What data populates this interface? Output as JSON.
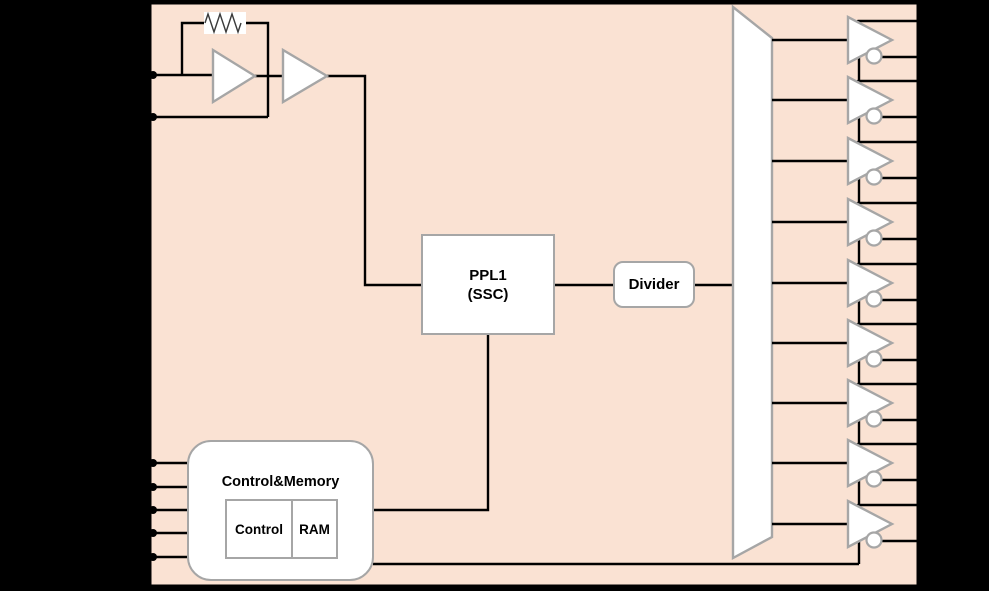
{
  "colors": {
    "background": "#000000",
    "chip_fill": "#fae2d3",
    "chip_border": "#000000",
    "block_fill": "#ffffff",
    "block_border": "#a6a6a6",
    "wire": "#000000"
  },
  "blocks": {
    "pll": {
      "line1": "PPL1",
      "line2": "(SSC)"
    },
    "divider": {
      "label": "Divider"
    },
    "control_memory": {
      "title": "Control&Memory",
      "control_label": "Control",
      "ram_label": "RAM"
    }
  },
  "oscillator": {
    "amplifiers": 2,
    "feedback_resistor": true,
    "input_pins": 2
  },
  "output_stage": {
    "buffer_count": 9,
    "outputs_per_buffer": 2,
    "output_pin_count": 18
  },
  "control_input_pins": 5
}
